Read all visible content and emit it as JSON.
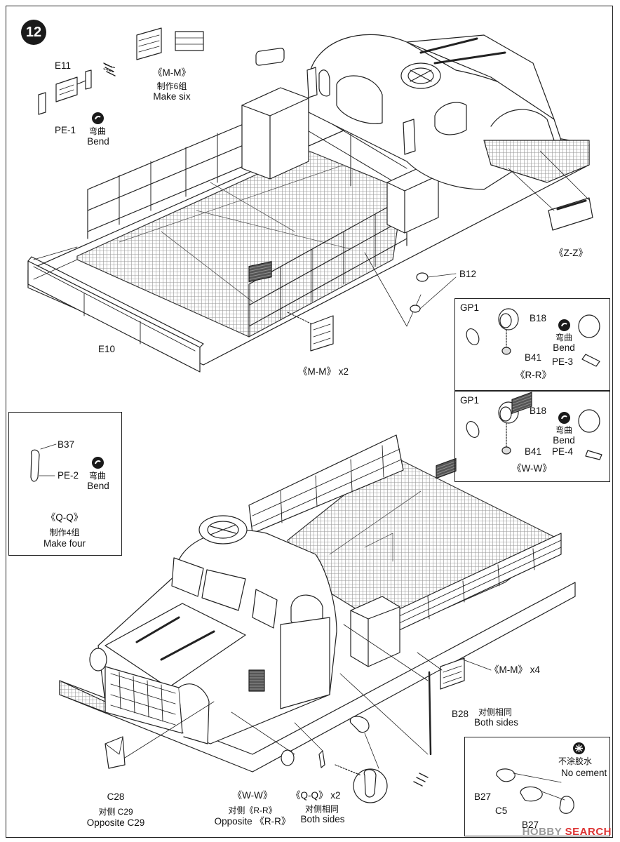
{
  "step": {
    "number": "12"
  },
  "labels": {
    "e11": "E11",
    "pe1": "PE-1",
    "bend_cn": "弯曲",
    "bend_en": "Bend",
    "mm_top": "《M-M》",
    "make_six_cn": "制作6组",
    "make_six_en": "Make six",
    "zz": "《Z-Z》",
    "b12": "B12",
    "e10": "E10",
    "mm_x2": "《M-M》 x2",
    "gp1": "GP1",
    "b18": "B18",
    "b41": "B41",
    "pe3": "PE-3",
    "rr": "《R-R》",
    "pe4": "PE-4",
    "ww": "《W-W》",
    "b37": "B37",
    "pe2": "PE-2",
    "qq": "《Q-Q》",
    "make_four_cn": "制作4组",
    "make_four_en": "Make four",
    "mm_x4": "《M-M》 x4",
    "b28": "B28",
    "both_sides_cn": "对侧相同",
    "both_sides_en": "Both sides",
    "c28": "C28",
    "opp_c29_cn": "对侧 C29",
    "opp_c29_en": "Opposite C29",
    "ww_bottom": "《W-W》",
    "opp_rr_cn": "对侧《R-R》",
    "opp_rr_en": "Opposite 《R-R》",
    "qq_x2": "《Q-Q》 x2",
    "both_sides2_cn": "对侧相同",
    "both_sides2_en": "Both sides",
    "no_cement_cn": "不涂胶水",
    "no_cement_en": "No cement",
    "b27a": "B27",
    "c5": "C5",
    "b27b": "B27"
  },
  "watermark": {
    "brand": "HOBBY",
    "suffix": "SEARCH"
  },
  "icons": {
    "bend": "bend-icon",
    "no_cement": "no-cement-icon"
  }
}
